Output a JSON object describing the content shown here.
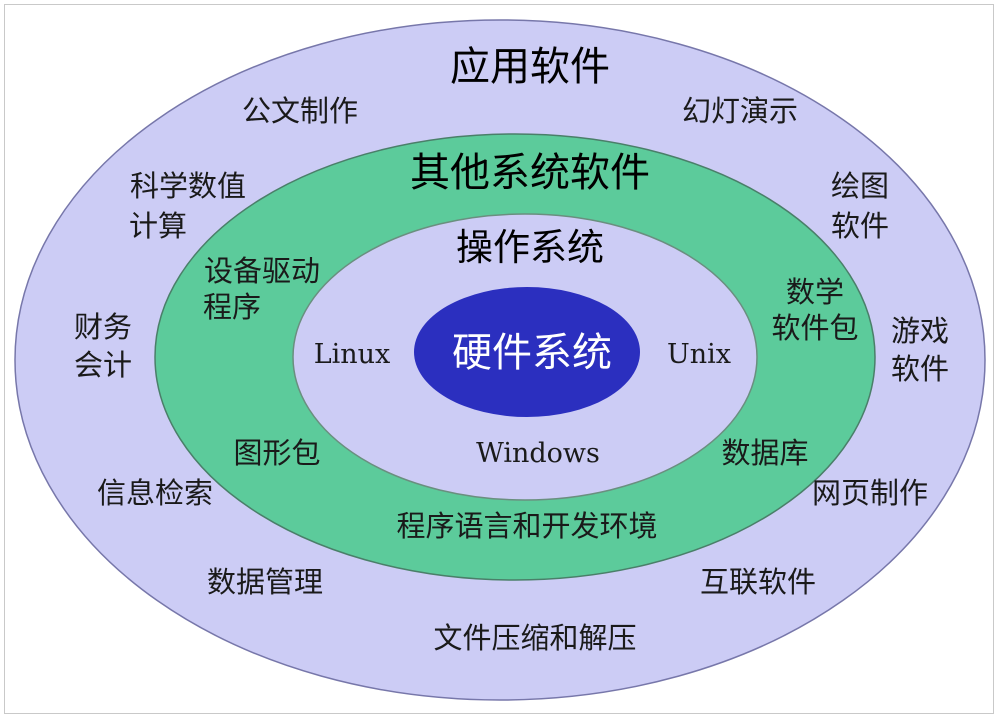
{
  "layers": {
    "application": {
      "title": "应用软件",
      "items": {
        "document_writing": "公文制作",
        "slideshow": "幻灯演示",
        "scientific_calc_1": "科学数值",
        "scientific_calc_2": "计算",
        "drawing_1": "绘图",
        "drawing_2": "软件",
        "accounting_1": "财务",
        "accounting_2": "会计",
        "games_1": "游戏",
        "games_2": "软件",
        "info_retrieval": "信息检索",
        "web_design": "网页制作",
        "data_management": "数据管理",
        "internet_software": "互联软件",
        "compression": "文件压缩和解压"
      },
      "color": "#ccccf5"
    },
    "other_system": {
      "title": "其他系统软件",
      "items": {
        "device_driver_1": "设备驱动",
        "device_driver_2": "程序",
        "math_package_1": "数学",
        "math_package_2": "软件包",
        "graphics_package": "图形包",
        "database": "数据库",
        "lang_env": "程序语言和开发环境"
      },
      "color": "#5ccb9b"
    },
    "operating_system": {
      "title": "操作系统",
      "items": {
        "linux": "Linux",
        "unix": "Unix",
        "windows": "Windows"
      },
      "color": "#ccccf5"
    },
    "hardware": {
      "title": "硬件系统",
      "color": "#2b2fbf"
    }
  }
}
